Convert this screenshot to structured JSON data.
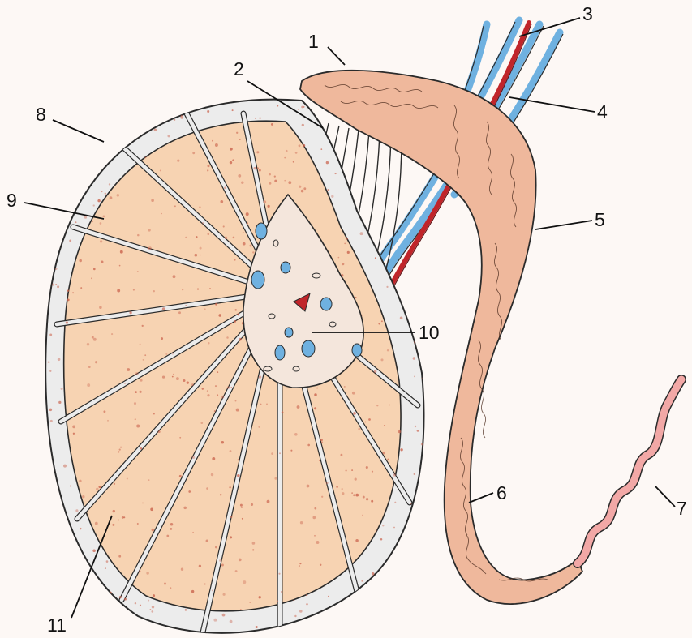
{
  "labels": {
    "l1": "1",
    "l2": "2",
    "l3": "3",
    "l4": "4",
    "l5": "5",
    "l6": "6",
    "l7": "7",
    "l8": "8",
    "l9": "9",
    "l10": "10",
    "l11": "11"
  },
  "colors": {
    "background": "#fdf8f5",
    "tissue": "#f7d3b2",
    "epididymis": "#efb89c",
    "capsule": "#ececec",
    "outline": "#2b2b2b",
    "artery": "#c0252a",
    "vein": "#6fb1e0",
    "dots": "#c9604a",
    "duct": "#f2a8a6"
  }
}
